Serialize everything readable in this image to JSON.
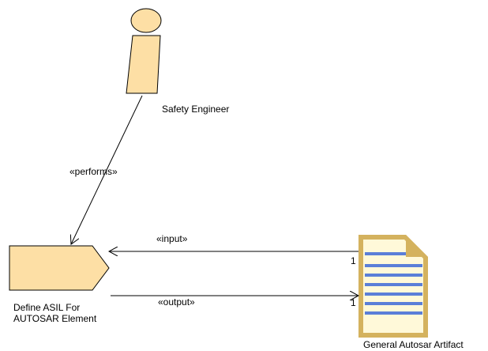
{
  "colors": {
    "role_fill": "#FDDFA5",
    "activity_fill": "#FDDFA5",
    "artifact_fill": "#FFF9D9",
    "artifact_frame": "#D4B25E",
    "artifact_lines": "#5B7FD8",
    "stroke": "#000000"
  },
  "nodes": {
    "role": {
      "label": "Safety Engineer",
      "icon": "process-role-icon"
    },
    "task": {
      "label_line1": "Define ASIL For",
      "label_line2": "AUTOSAR Element",
      "icon": "task-definition-icon"
    },
    "artifact": {
      "label": "General Autosar Artifact",
      "icon": "work-product-document-icon"
    }
  },
  "edges": {
    "performs": {
      "label": "«performs»"
    },
    "input": {
      "label": "«input»",
      "multiplicity": "1"
    },
    "output": {
      "label": "«output»",
      "multiplicity": "1"
    }
  }
}
